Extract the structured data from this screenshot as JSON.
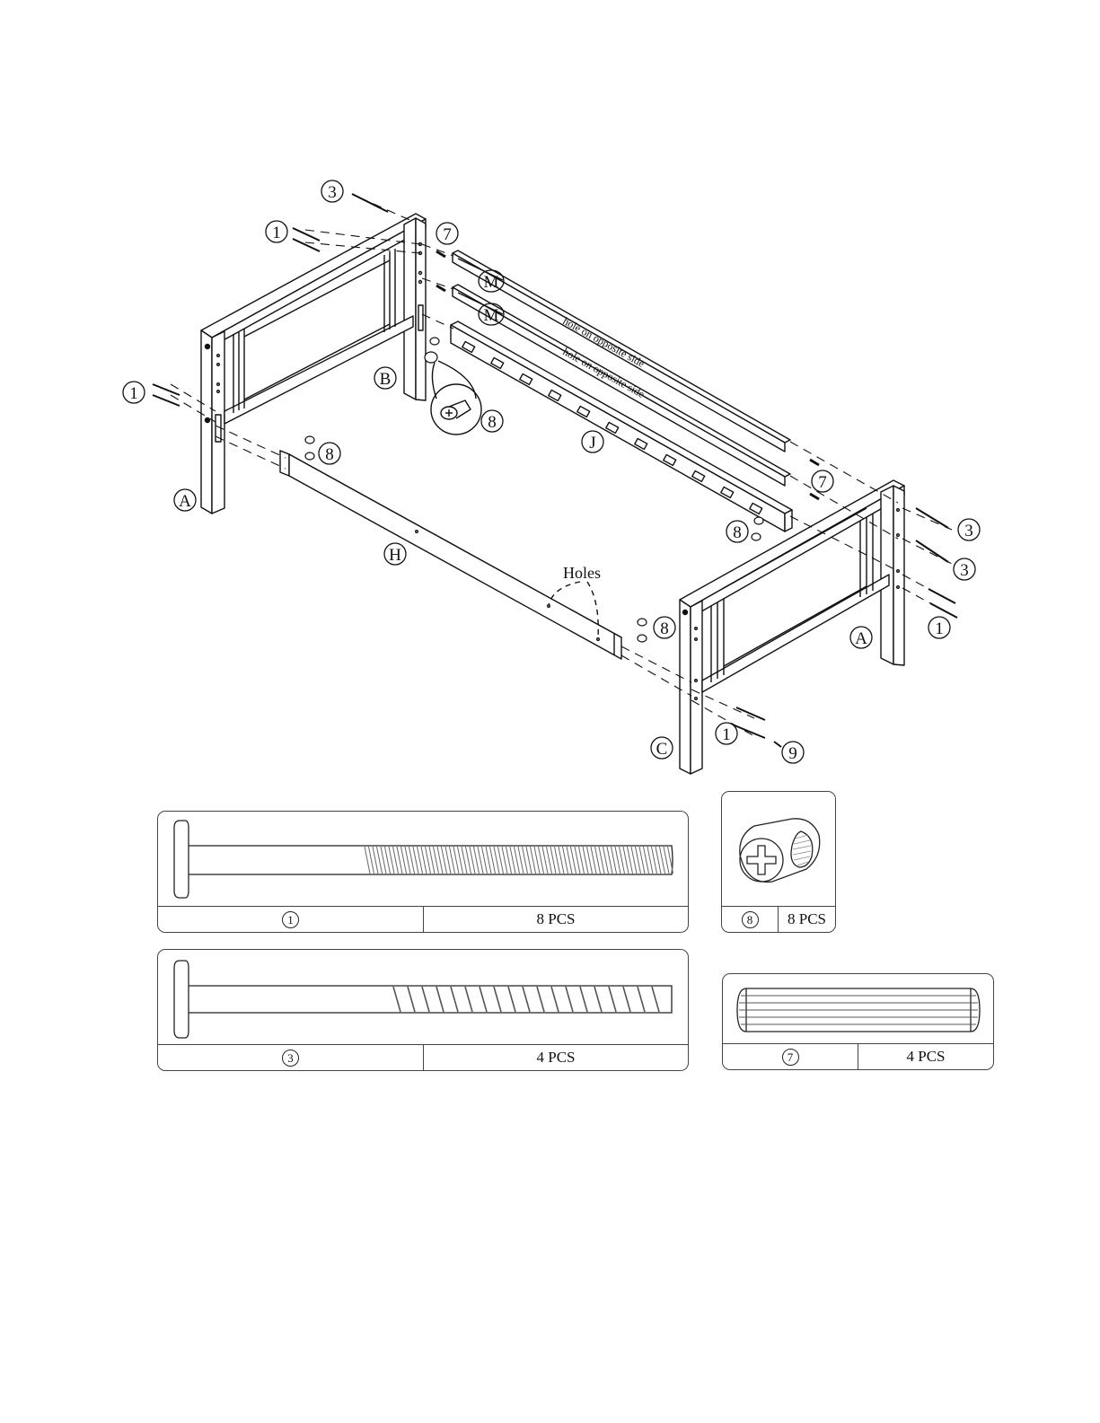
{
  "diagram": {
    "callouts": {
      "c3_top": "3",
      "c1_top": "1",
      "c7_top": "7",
      "cM_1": "M",
      "cM_2": "M",
      "c1_left": "1",
      "cB": "B",
      "c8_zoom": "8",
      "cJ": "J",
      "c8_left": "8",
      "cA_left": "A",
      "cH": "H",
      "c7_right": "7",
      "c8_right_mid": "8",
      "c3_right_a": "3",
      "c3_right_b": "3",
      "c1_right": "1",
      "c8_front": "8",
      "cA_right": "A",
      "c1_bottom": "1",
      "c9": "9",
      "cC": "C"
    },
    "note_1": "hole on  opposite side",
    "note_2": "hole on  opposite side",
    "holes_label": "Holes"
  },
  "parts": [
    {
      "id": "1",
      "qty": "8 PCS"
    },
    {
      "id": "3",
      "qty": "4 PCS"
    },
    {
      "id": "8",
      "qty": "8 PCS"
    },
    {
      "id": "7",
      "qty": "4 PCS"
    }
  ]
}
